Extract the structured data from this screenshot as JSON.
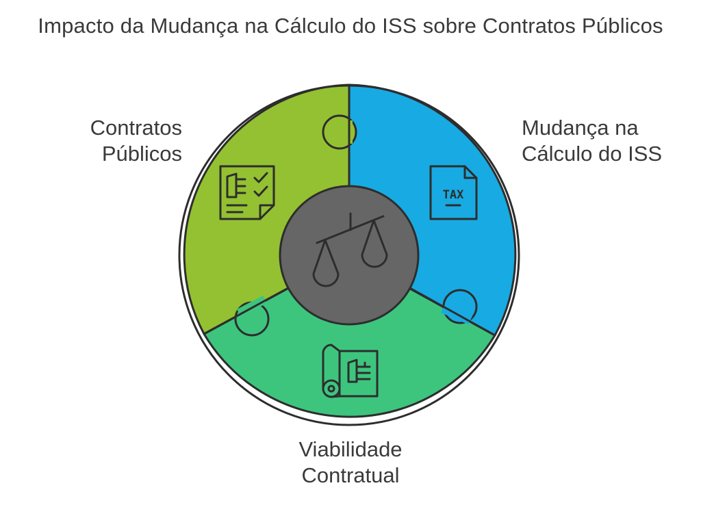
{
  "title": "Impacto da Mudança na Cálculo do ISS sobre Contratos Públicos",
  "segments": [
    {
      "id": "contratos",
      "lines": [
        "Contratos",
        "Públicos"
      ],
      "color": "#94c132",
      "icon": "contract-checklist-icon"
    },
    {
      "id": "iss",
      "lines": [
        "Mudança na",
        "Cálculo do ISS"
      ],
      "color": "#18aae2",
      "icon": "tax-document-icon",
      "icon_text": "TAX"
    },
    {
      "id": "viabilidade",
      "lines": [
        "Viabilidade",
        "Contratual"
      ],
      "color": "#3dc57e",
      "icon": "blueprint-scroll-icon"
    }
  ],
  "center": {
    "color": "#666666",
    "icon": "balance-scale-icon"
  },
  "outline_color": "#2d2d2d"
}
